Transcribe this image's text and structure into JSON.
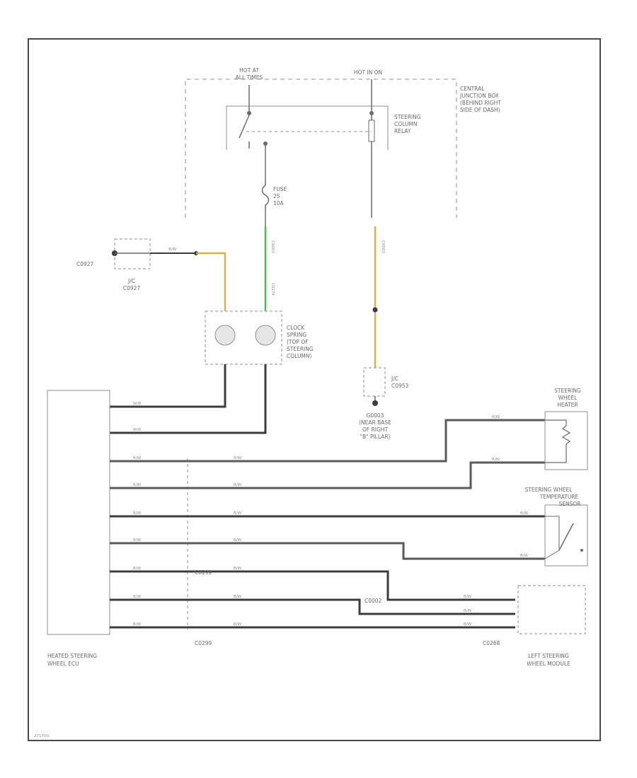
{
  "labels": {
    "hot_at_all_times": [
      "HOT AT",
      "ALL TIMES"
    ],
    "hot_in_on": "HOT IN ON",
    "central_junction_box": [
      "CENTRAL",
      "JUNCTION BOX",
      "(BEHIND RIGHT",
      "SIDE OF DASH)"
    ],
    "steering_column_relay": [
      "STEERING",
      "COLUMN",
      "RELAY"
    ],
    "fuse": [
      "FUSE",
      "25",
      "10A"
    ],
    "c0927": "C0927",
    "jc_c0927": [
      "J/C",
      "C0927"
    ],
    "clock_spring": [
      "CLOCK",
      "SPRING",
      "(TOP OF",
      "STEERING",
      "COLUMN)"
    ],
    "jc_c0953": [
      "J/C",
      "C0953"
    ],
    "g0003": [
      "G0003",
      "(NEAR BASE",
      "OF RIGHT",
      "\"B\" PILLAR)"
    ],
    "steering_wheel_heater": [
      "STEERING",
      "WHEEL",
      "HEATER"
    ],
    "steering_wheel_temp_sensor": [
      "STEERING WHEEL",
      "TEMPERATURE",
      "SENSOR"
    ],
    "heated_steering_wheel_ecu": [
      "HEATED STEERING",
      "WHEEL ECU"
    ],
    "c0299_top": "C0299",
    "c0299_bottom": "C0299",
    "c0002": "C0002",
    "c0268": "C0268",
    "left_steering_wheel_module": [
      "LEFT STEERING",
      "WHEEL MODULE"
    ],
    "diagram_id": "271700"
  },
  "colors": {
    "frame": "#4a4a4a",
    "wire_black": "#3c3c3c",
    "wire_gray": "#5a5a5a",
    "wire_yellow": "#d9b24a",
    "wire_green": "#4fb84f",
    "dashed": "#8f8f8f"
  }
}
